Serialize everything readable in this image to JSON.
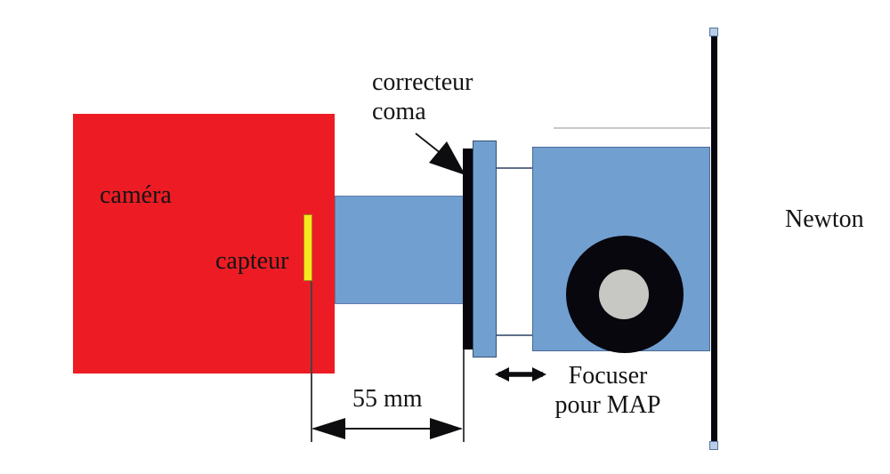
{
  "diagram": {
    "title": "optical-train-backfocus-diagram",
    "labels": {
      "camera": "caméra",
      "sensor": "capteur",
      "corrector_line1": "correcteur",
      "corrector_line2": "coma",
      "distance": "55 mm",
      "focuser_line1": "Focuser",
      "focuser_line2": "pour MAP",
      "telescope": "Newton"
    },
    "colors": {
      "camera_red": "#ed1c24",
      "part_blue": "#719fd0",
      "blue_border": "#4a6a94",
      "tube_border": "#5b7ba8",
      "drawtube_border": "#35506f",
      "sensor_yellow": "#f8e71e",
      "sensor_border": "#a08c1c",
      "knob_black": "#07070d",
      "mirror_gray": "#c7c7c3",
      "handle_fill": "#b9cde9",
      "handle_border": "#56749e",
      "connector": "#5f7089",
      "guide_gray": "#c9c9c9",
      "dim_line": "#444444",
      "ink": "#141414"
    }
  }
}
